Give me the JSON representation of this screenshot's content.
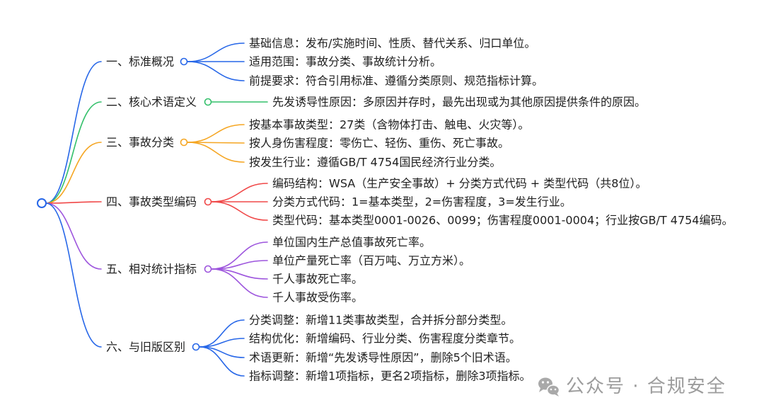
{
  "root": {
    "color": "#2767e8"
  },
  "branches": [
    {
      "label": "一、标准概况",
      "color": "#2767e8",
      "children": [
        "基础信息：发布/实施时间、性质、替代关系、归口单位。",
        "适用范围：事故分类、事故统计分析。",
        "前提要求：符合引用标准、遵循分类原则、规范指标计算。"
      ]
    },
    {
      "label": "二、核心术语定义",
      "color": "#34c06b",
      "children": [
        "先发诱导性原因：多原因并存时，最先出现或为其他原因提供条件的原因。"
      ]
    },
    {
      "label": "三、事故分类",
      "color": "#f5a623",
      "children": [
        "按基本事故类型：27类（含物体打击、触电、火灾等）。",
        "按人身伤害程度：零伤亡、轻伤、重伤、死亡事故。",
        "按发生行业：遵循GB/T 4754国民经济行业分类。"
      ]
    },
    {
      "label": "四、事故类型编码",
      "color": "#f04848",
      "children": [
        "编码结构：WSA（生产安全事故）+ 分类方式代码 + 类型代码（共8位）。",
        "分类方式代码：1=基本类型，2=伤害程度，3=发生行业。",
        "类型代码：基本类型0001-0026、0099；伤害程度0001-0004；行业按GB/T 4754编码。"
      ]
    },
    {
      "label": "五、相对统计指标",
      "color": "#9d55dd",
      "children": [
        "单位国内生产总值事故死亡率。",
        "单位产量死亡率（百万吨、万立方米）。",
        "千人事故死亡率。",
        "千人事故受伤率。"
      ]
    },
    {
      "label": "六、与旧版区别",
      "color": "#2767e8",
      "children": [
        "分类调整：新增11类事故类型，合并拆分部分类型。",
        "结构优化：新增编码、行业分类、伤害程度分类章节。",
        "术语更新：新增“先发诱导性原因”，删除5个旧术语。",
        "指标调整：新增1项指标，更名2项指标，删除3项指标。"
      ]
    }
  ],
  "watermark": {
    "icon": "wechat-icon",
    "text": "公众号 · 合规安全"
  }
}
